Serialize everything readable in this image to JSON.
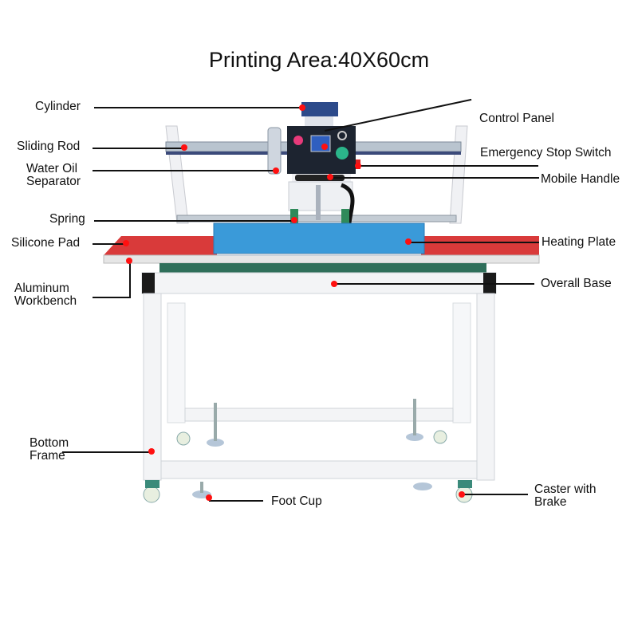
{
  "title": "Printing Area:40X60cm",
  "colors": {
    "silicone_pad": "#d93a3a",
    "heating_plate": "#3a9ad9",
    "frame": "#f3f4f6",
    "marker": "#ff1010",
    "line": "#111111"
  },
  "labels": {
    "cylinder": "Cylinder",
    "sliding_rod": "Sliding Rod",
    "water_oil_1": "Water Oil",
    "water_oil_2": "Separator",
    "spring": "Spring",
    "silicone_pad": "Silicone Pad",
    "aluminum_1": "Aluminum",
    "aluminum_2": "Workbench",
    "bottom_frame_1": "Bottom",
    "bottom_frame_2": "Frame",
    "foot_cup": "Foot Cup",
    "control_panel": "Control Panel",
    "emergency_stop": "Emergency Stop Switch",
    "mobile_handle": "Mobile Handle",
    "heating_plate": "Heating Plate",
    "overall_base": "Overall Base",
    "caster_1": "Caster with",
    "caster_2": "Brake"
  }
}
